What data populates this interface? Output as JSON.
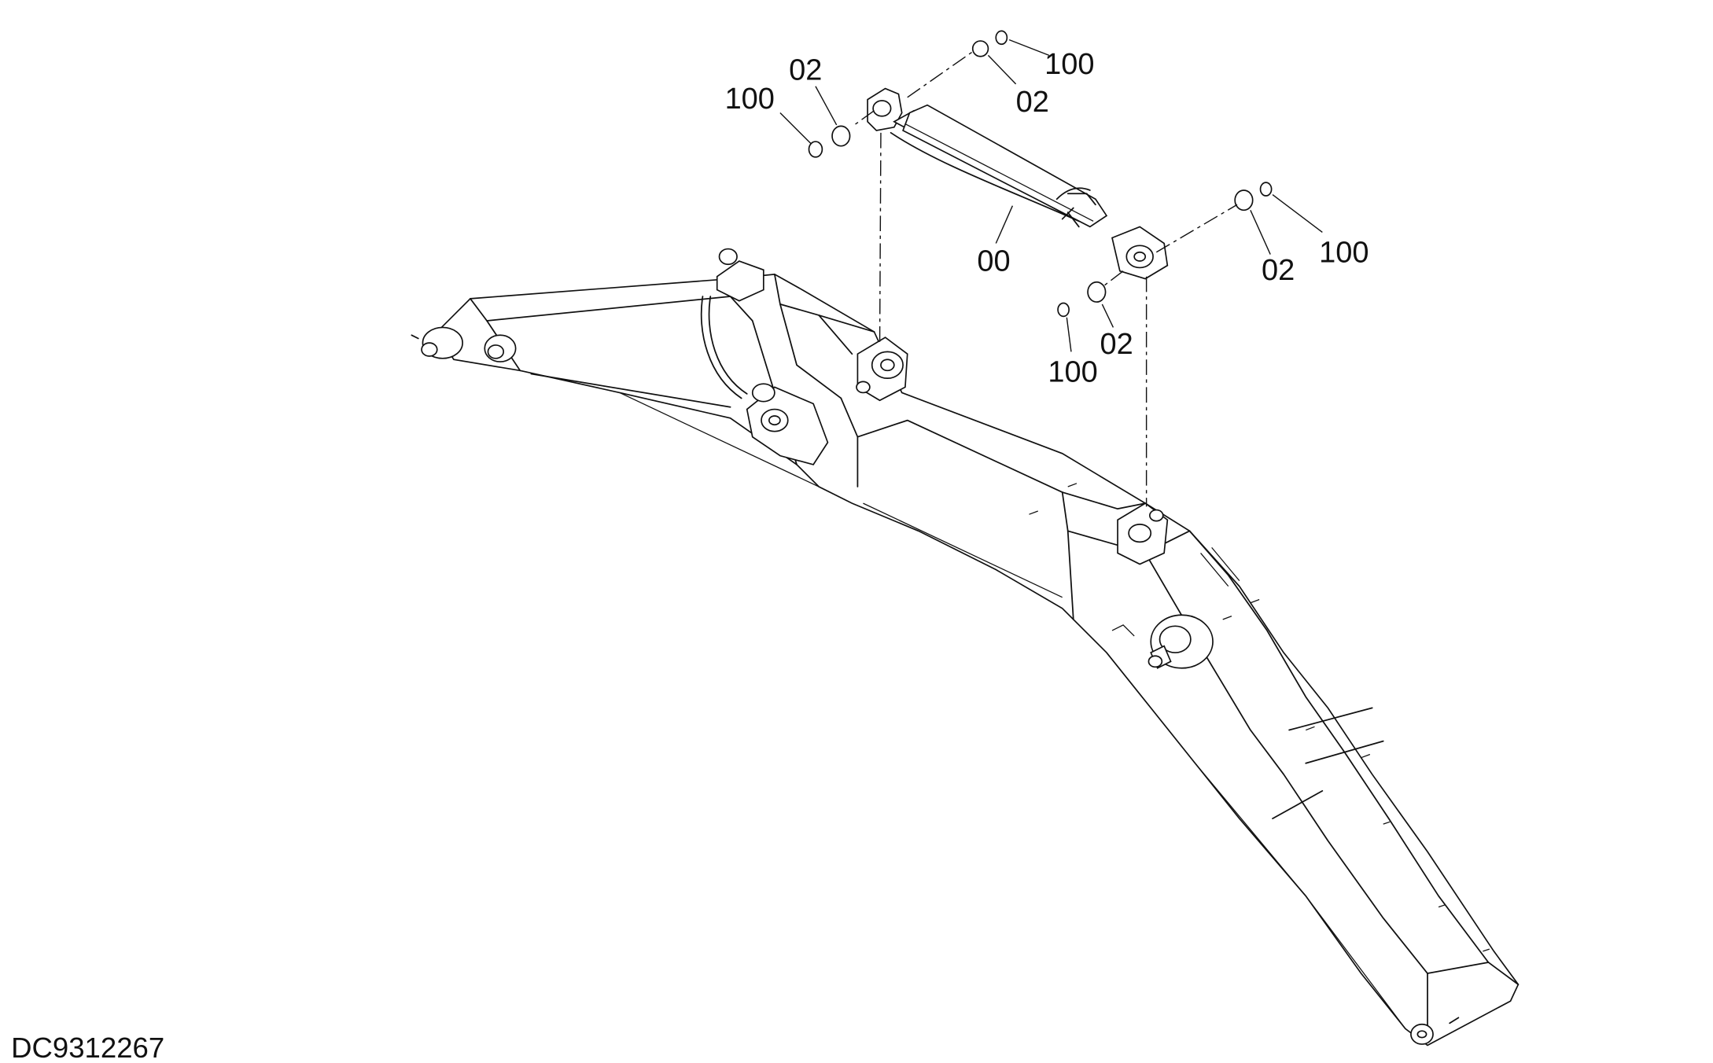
{
  "drawing_number": "DC9312267",
  "callouts": {
    "cyl_top_left_100": "100",
    "cyl_top_left_02": "02",
    "cyl_top_right_100": "100",
    "cyl_top_right_02": "02",
    "cylinder_00": "00",
    "cyl_bottom_right_02": "02",
    "cyl_bottom_right_100": "100",
    "cyl_bottom_left_02": "02",
    "cyl_bottom_left_100": "100"
  }
}
